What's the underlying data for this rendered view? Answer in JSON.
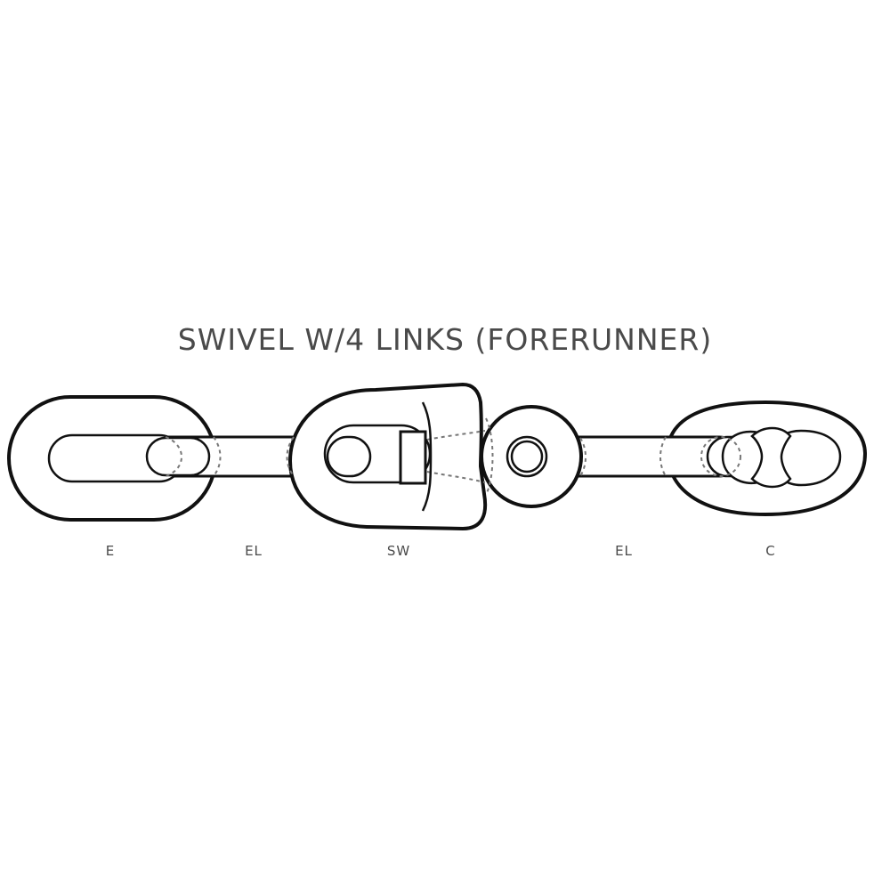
{
  "diagram": {
    "title": "SWIVEL W/4 LINKS (FORERUNNER)",
    "labels": {
      "e": "E",
      "el_left": "EL",
      "sw": "SW",
      "el_right": "EL",
      "c": "C"
    },
    "components": [
      "end-link",
      "enlarged-link",
      "swivel",
      "enlarged-link",
      "connecting-link"
    ]
  }
}
